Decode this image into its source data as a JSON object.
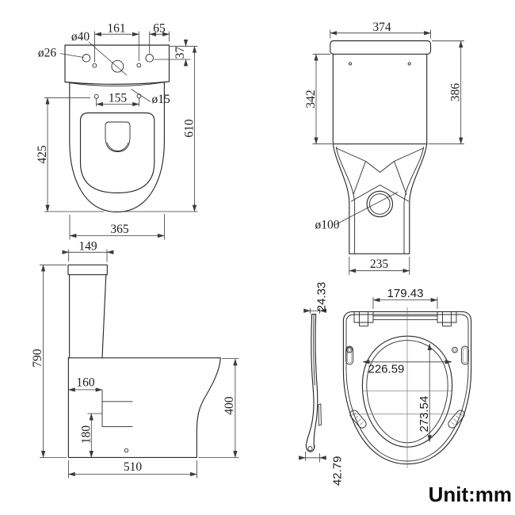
{
  "front_view": {
    "dia26": "ø26",
    "dia40": "ø40",
    "d161": "161",
    "d65": "65",
    "d37": "37",
    "d155": "155",
    "dia15": "ø15",
    "d610": "610",
    "d425": "425",
    "d365": "365"
  },
  "back_view": {
    "d374": "374",
    "d342": "342",
    "d386": "386",
    "dia100": "ø100",
    "d235": "235"
  },
  "side_view": {
    "d149": "149",
    "d790": "790",
    "d160": "160",
    "d180": "180",
    "d400": "400",
    "d510": "510"
  },
  "seat_view": {
    "d2433": "24.33",
    "d17943": "179.43",
    "d22659": "226.59",
    "d27354": "273.54",
    "d4279": "42.79"
  },
  "footer": {
    "unit_label": "Unit:mm"
  },
  "colors": {
    "ink": "#2b2b2b",
    "background": "#ffffff"
  }
}
